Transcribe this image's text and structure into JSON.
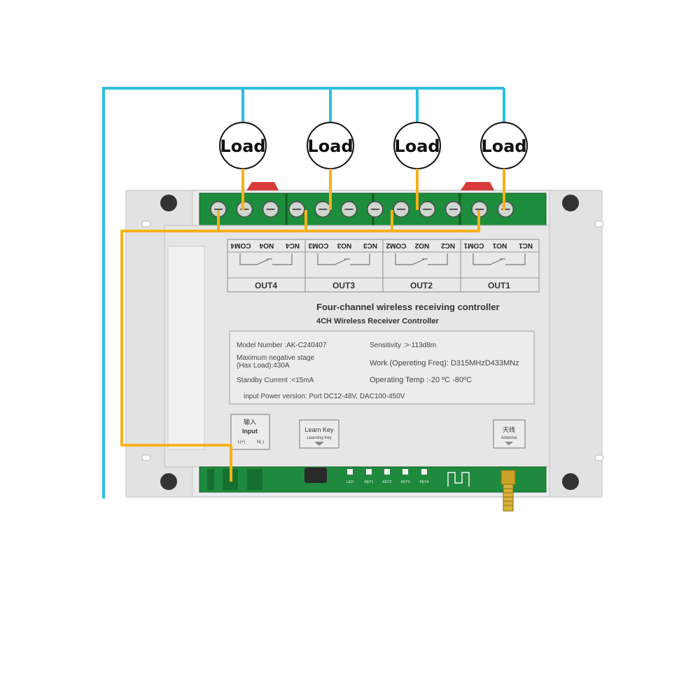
{
  "loads": [
    "Load",
    "Load",
    "Load",
    "Load"
  ],
  "terminals": [
    "COM4",
    "NO4",
    "NC4",
    "COM3",
    "NO3",
    "NC3",
    "COM2",
    "NO2",
    "NC2",
    "COM1",
    "NO1",
    "NC1"
  ],
  "outputs": [
    "OUT4",
    "OUT3",
    "OUT2",
    "OUT1"
  ],
  "title_main": "Four-channel wireless receiving controller",
  "title_sub": "4CH Wireless Receiver Controller",
  "specs": {
    "model": "Model Number :AK-C240407",
    "max_load_1": "Maximum negative stage",
    "max_load_2": "(Hax Load):430A",
    "standby": "Standby Current :<15mA",
    "sensitivity": "Sensitivity :>-113d8m",
    "work_freq": "Work (Opereting Freq): D315MHzD433MNz",
    "temp": "Operating Temp :-20 ºC -80ºC",
    "power": "input Power version: Port DC12-48V, DAC100-450V"
  },
  "input_box": {
    "cn": "输入",
    "en": "Input",
    "l": "L(+)",
    "n": "N(-)"
  },
  "learn_box": {
    "en": "Learn Key",
    "sub": "Learning Key"
  },
  "antenna_box": {
    "cn": "天线",
    "sub": "Antenna"
  },
  "pcb_labels": [
    "LED",
    "KEY1",
    "KEY2",
    "KEY3",
    "KEY4"
  ],
  "colors": {
    "wire_blue": "#2bbfe0",
    "wire_orange": "#f5b21b",
    "terminal_green": "#1d8c3c",
    "case_grey": "#e6e6e6",
    "red_tab": "#d93a3a"
  }
}
